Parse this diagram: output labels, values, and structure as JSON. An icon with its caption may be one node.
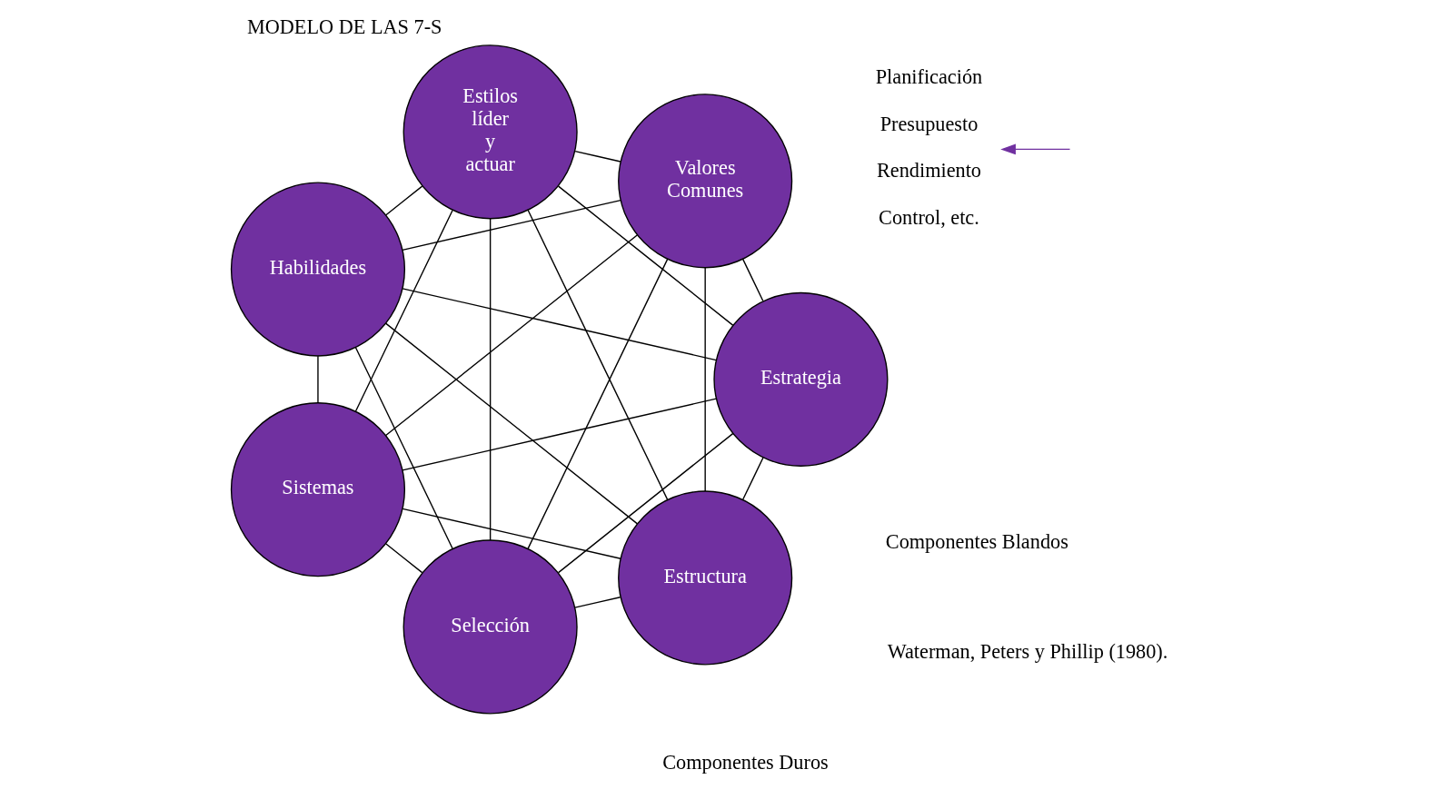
{
  "diagram": {
    "title": "MODELO DE LAS 7-S",
    "nodes": [
      {
        "text": [
          "Estructura"
        ]
      },
      {
        "text": [
          "Estrategia"
        ]
      },
      {
        "text": [
          "Sistemas"
        ]
      },
      {
        "text": [
          "Habilidades"
        ]
      },
      {
        "text": [
          "Estilos líder y actuar"
        ]
      },
      {
        "text": [
          "Valores Comunes"
        ]
      },
      {
        "text": [
          "Selección"
        ]
      },
      {
        "text": [
          "Planificación",
          "Presupuesto",
          "Rendimiento",
          "Control, etc."
        ]
      }
    ],
    "edges": [
      {
        "from": 0,
        "to": 1,
        "arrow": "none"
      },
      {
        "from": 0,
        "to": 2,
        "arrow": "none"
      },
      {
        "from": 0,
        "to": 3,
        "arrow": "none"
      },
      {
        "from": 0,
        "to": 4,
        "arrow": "none"
      },
      {
        "from": 0,
        "to": 5,
        "arrow": "none"
      },
      {
        "from": 0,
        "to": 6,
        "arrow": "none"
      },
      {
        "from": 1,
        "to": 2,
        "arrow": "none"
      },
      {
        "from": 1,
        "to": 3,
        "arrow": "none"
      },
      {
        "from": 1,
        "to": 4,
        "arrow": "none"
      },
      {
        "from": 1,
        "to": 5,
        "arrow": "none"
      },
      {
        "from": 1,
        "to": 6,
        "arrow": "none"
      },
      {
        "from": 2,
        "to": 3,
        "arrow": "none"
      },
      {
        "from": 2,
        "to": 4,
        "arrow": "none"
      },
      {
        "from": 2,
        "to": 5,
        "arrow": "none"
      },
      {
        "from": 2,
        "to": 6,
        "arrow": "none"
      },
      {
        "from": 3,
        "to": 4,
        "arrow": "none"
      },
      {
        "from": 3,
        "to": 5,
        "arrow": "none"
      },
      {
        "from": 3,
        "to": 6,
        "arrow": "none"
      },
      {
        "from": 4,
        "to": 5,
        "arrow": "none"
      },
      {
        "from": 4,
        "to": 6,
        "arrow": "none"
      },
      {
        "from": 5,
        "to": 6,
        "arrow": "none"
      },
      {
        "from": null,
        "to": 7,
        "arrow": "to",
        "color": "#7030a0"
      }
    ],
    "labels": [
      "Componentes Duros",
      "Componentes Blandos",
      "Waterman, Peters y Phillip (1980)."
    ]
  }
}
